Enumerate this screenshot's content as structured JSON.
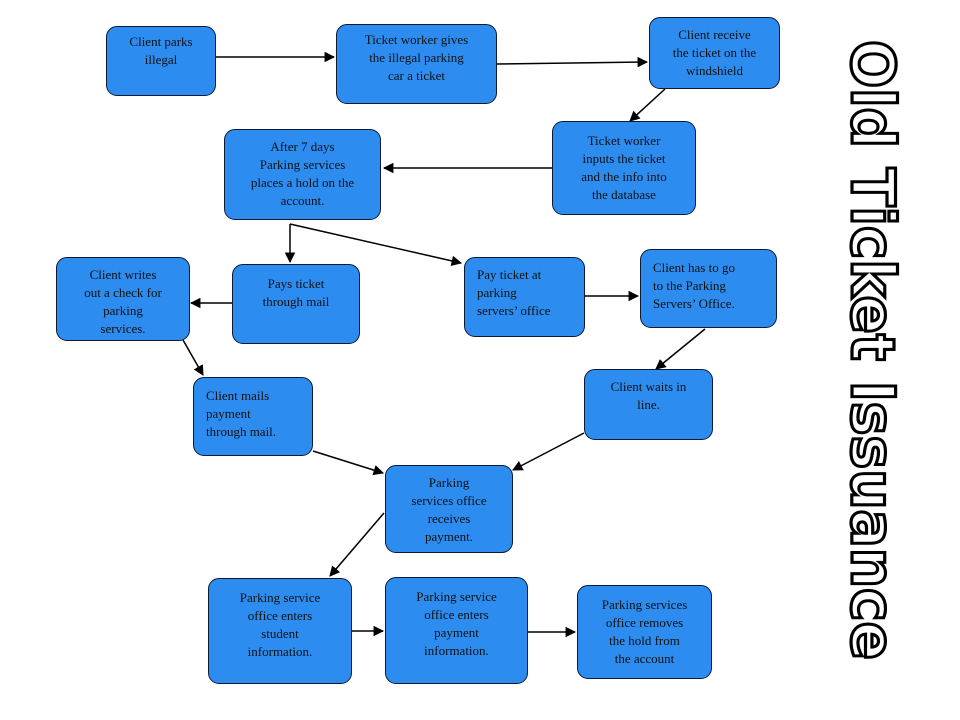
{
  "colors": {
    "box_fill": "#2d8cf0",
    "box_border": "#0a1a33",
    "arrow": "#000000"
  },
  "nodes": {
    "n1": "Client parks\nillegal",
    "n2": "Ticket worker gives\nthe illegal parking\ncar a ticket",
    "n3": "Client receive\nthe ticket on the\nwindshield",
    "n4": "Ticket worker\ninputs the ticket\nand the info into\nthe database",
    "n5": "After 7 days\nParking services\nplaces a hold on the\naccount.",
    "n6": "Client writes\nout a check for\nparking\nservices.",
    "n7": "Pays ticket\nthrough mail",
    "n8": "Pay ticket at\nparking\nservers’ office",
    "n9": "Client has to go\nto the Parking\nServers’ Office.",
    "n10": "Client mails\npayment\nthrough mail.",
    "n11": "Client waits in\nline.",
    "n12": "Parking\nservices office\nreceives\npayment.",
    "n13": "Parking service\noffice enters\nstudent\ninformation.",
    "n14": "Parking service\noffice enters\npayment\ninformation.",
    "n15": "Parking services\noffice removes\nthe hold from\nthe account"
  },
  "title": {
    "text": "Old Ticket Issuance",
    "orientation": "vertical-rotated",
    "style": "outlined-bold"
  }
}
